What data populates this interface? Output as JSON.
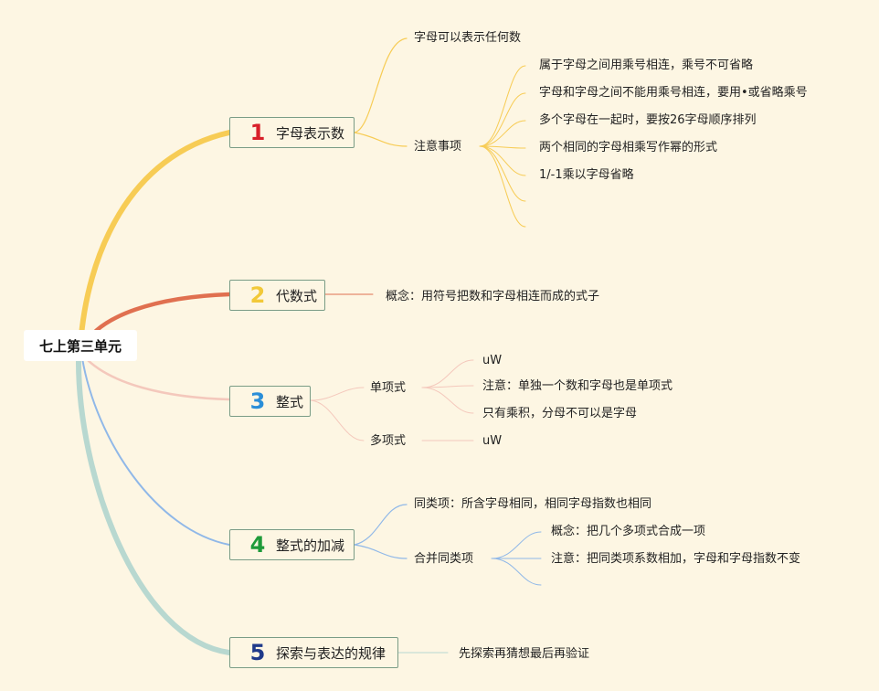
{
  "root": {
    "label": "七上第三单元"
  },
  "branches": [
    {
      "number": "1",
      "label": "字母表示数",
      "color": "#f7cc55",
      "num_color": "#d8202a",
      "children": [
        {
          "label": "字母可以表示任何数"
        },
        {
          "label": "注意事项",
          "children": [
            {
              "label": "属于字母之间用乘号相连，乘号不可省略"
            },
            {
              "label": "字母和字母之间不能用乘号相连，要用•或省略乘号"
            },
            {
              "label": "多个字母在一起时，要按26字母顺序排列"
            },
            {
              "label": "两个相同的字母相乘写作幂的形式"
            },
            {
              "label": "1/-1乘以字母省略"
            }
          ]
        }
      ]
    },
    {
      "number": "2",
      "label": "代数式",
      "color": "#e07050",
      "num_color": "#f2c939",
      "children": [
        {
          "label": "概念：用符号把数和字母相连而成的式子"
        }
      ]
    },
    {
      "number": "3",
      "label": "整式",
      "color": "#f4c8bc",
      "num_color": "#2a8ed8",
      "children": [
        {
          "label": "单项式",
          "children": [
            {
              "label": "uW"
            },
            {
              "label": "注意：单独一个数和字母也是单项式"
            },
            {
              "label": "只有乘积，分母不可以是字母"
            }
          ]
        },
        {
          "label": "多项式",
          "children": [
            {
              "label": "uW"
            }
          ]
        }
      ]
    },
    {
      "number": "4",
      "label": "整式的加减",
      "color": "#90b8e8",
      "num_color": "#1e9a3a",
      "children": [
        {
          "label": "同类项：所含字母相同，相同字母指数也相同"
        },
        {
          "label": "合并同类项",
          "children": [
            {
              "label": "概念：把几个多项式合成一项"
            },
            {
              "label": "注意：把同类项系数相加，字母和字母指数不变"
            }
          ]
        }
      ]
    },
    {
      "number": "5",
      "label": "探索与表达的规律",
      "color": "#b8d8d0",
      "num_color": "#1f3a8a",
      "children": [
        {
          "label": "先探索再猜想最后再验证"
        }
      ]
    }
  ]
}
